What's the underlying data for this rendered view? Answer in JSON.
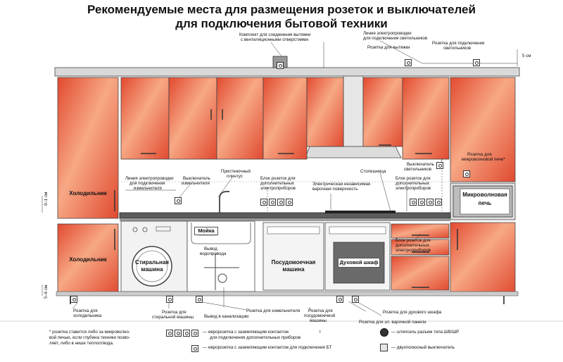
{
  "title": {
    "line1": "Рекомендуемые места для размещения розеток и выключателей",
    "line2": "для подключения бытовой техники"
  },
  "appliances": {
    "fridge_top": "Холодильник",
    "fridge_bottom": "Холодильник",
    "washer_line1": "Стиральная",
    "washer_line2": "машина",
    "sink": "Мойка",
    "dishwasher_line1": "Посудомоечная",
    "dishwasher_line2": "машина",
    "oven": "Духовой шкаф",
    "microwave_line1": "Микроволновая",
    "microwave_line2": "печь"
  },
  "labels": {
    "vent_kit_line1": "Комплект для соединения вытяжки",
    "vent_kit_line2": "с вентиляционными отверстиями",
    "lamp_line_1": "Линия электропроводки",
    "lamp_line_2": "для подключения светильников",
    "hood_socket": "Розетка для вытяжки",
    "lamp_socket_1": "Розетка для подключения",
    "lamp_socket_2": "светильников",
    "dim_5cm": "5 см",
    "lamp_switch_1": "Выключатель",
    "lamp_switch_2": "светильников",
    "mw_socket_1": "Розетка для",
    "mw_socket_2": "микроволновой печи*",
    "chopper_line_1": "Линия электропроводки",
    "chopper_line_2": "для подключения",
    "chopper_line_3": "измельчителя",
    "chopper_switch_1": "Выключатель",
    "chopper_switch_2": "измельчителя",
    "plinth_1": "Пристеночный",
    "plinth_2": "плинтус",
    "sockets_block_1": "Блок розеток для",
    "sockets_block_2": "дополнительных",
    "sockets_block_3": "электроприборов",
    "hob_1": "Электрическая независимая",
    "hob_2": "варочная поверхность",
    "countertop": "Столешница",
    "sockets_block_r_1": "Блок розеток для",
    "sockets_block_r_2": "дополнительных",
    "sockets_block_r_3": "электроприборов",
    "sockets_block_low_1": "Блок розеток для",
    "sockets_block_low_2": "дополнительных",
    "sockets_block_low_3": "электроприборов",
    "dim_0_1": "0–1 см",
    "dim_5_6": "5–6 см",
    "water_out_1": "Вывод",
    "water_out_2": "водопровода",
    "fridge_socket_1": "Розетка для",
    "fridge_socket_2": "холодильника",
    "washer_socket_1": "Розетка для",
    "washer_socket_2": "стиральной машины",
    "sewer_out": "Вывод в канализацию",
    "chopper_socket": "Розетка для измельчителя",
    "dw_socket_1": "Розетка для",
    "dw_socket_2": "посудомоечной",
    "dw_socket_3": "машины",
    "oven_socket": "Розетка для духового шкафа",
    "hob_socket": "Розетка для эл. варочной панели"
  },
  "legend": {
    "note_1": "* розетка ставится либо за микроволно-",
    "note_2": "вой печью, если глубина техники позво-",
    "note_3": "ляет, либо в нише теплоотвода.",
    "euro_1": "— евророзетка с заземляющим контактом",
    "euro_2": "для подключения дополнительных приборов",
    "euro_bt": "— евророзетка с заземляющим контактом для подключения БТ",
    "plug": "— штепсель разъем типа ШВ/ШР",
    "switch": "— двухполюсный выключатель",
    "separator": "I"
  },
  "colors": {
    "cabinet_orange": "#e8573a",
    "cabinet_light": "#f6a37f",
    "outline": "#444444"
  }
}
